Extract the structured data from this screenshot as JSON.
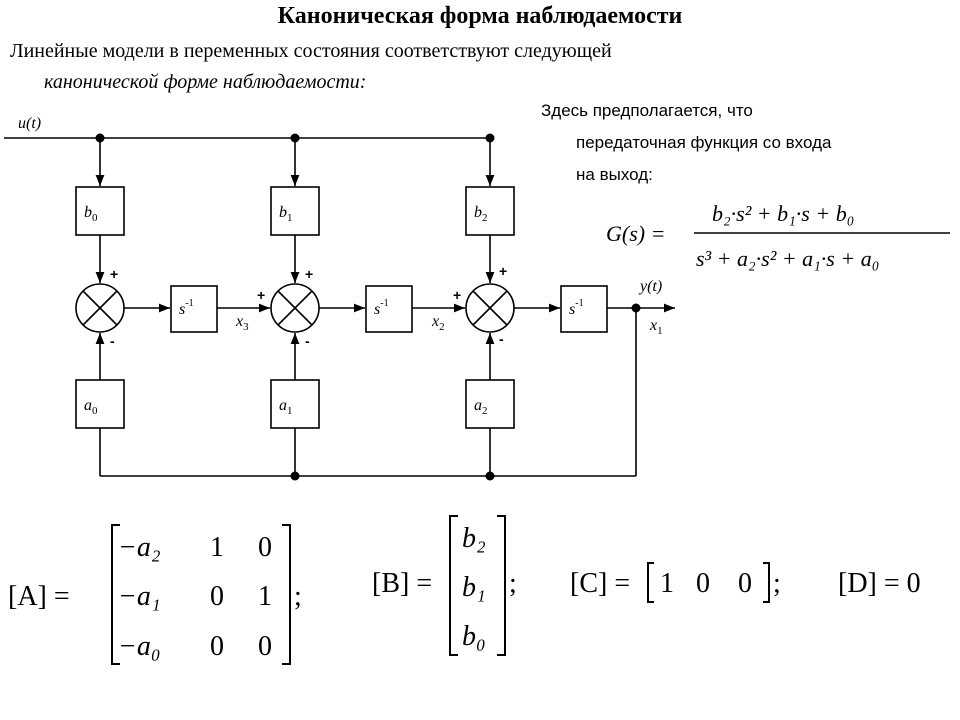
{
  "slide": {
    "title": "Каноническая форма наблюдаемости",
    "intro_line1": "Линейные модели в переменных состояния соответствуют следующей",
    "intro_line2": "канонической форме наблюдаемости:",
    "note_line1": "Здесь предполагается, что",
    "note_line2": "передаточная функция со входа",
    "note_line3": "на выход:"
  },
  "diagram": {
    "input_label": "u(t)",
    "output_label": "y(t)",
    "b_blocks": [
      {
        "sym": "b",
        "sub": "0"
      },
      {
        "sym": "b",
        "sub": "1"
      },
      {
        "sym": "b",
        "sub": "2"
      }
    ],
    "a_blocks": [
      {
        "sym": "a",
        "sub": "0"
      },
      {
        "sym": "a",
        "sub": "1"
      },
      {
        "sym": "a",
        "sub": "2"
      }
    ],
    "integrator_label": "s",
    "integrator_power": "-1",
    "plus_sign": "+",
    "minus_sign": "-",
    "state_labels": [
      {
        "sym": "x",
        "sub": "3"
      },
      {
        "sym": "x",
        "sub": "2"
      },
      {
        "sym": "x",
        "sub": "1"
      }
    ]
  },
  "transfer_function": {
    "lhs": "G(s) =",
    "numerator": "b₂·s² + b₁·s + b₀",
    "denominator": "s³ + a₂·s² + a₁·s + a₀"
  },
  "matrices": {
    "A": {
      "label": "[A] =",
      "rows": [
        [
          "−a₂",
          "1",
          "0"
        ],
        [
          "−a₁",
          "0",
          "1"
        ],
        [
          "−a₀",
          "0",
          "0"
        ]
      ],
      "terminator": ";"
    },
    "B": {
      "label": "[B] =",
      "rows": [
        "b₂",
        "b₁",
        "b₀"
      ],
      "terminator": ";"
    },
    "C": {
      "label": "[C] =",
      "row": [
        "1",
        "0",
        "0"
      ],
      "terminator": ";"
    },
    "D": {
      "label": "[D] = 0"
    }
  }
}
